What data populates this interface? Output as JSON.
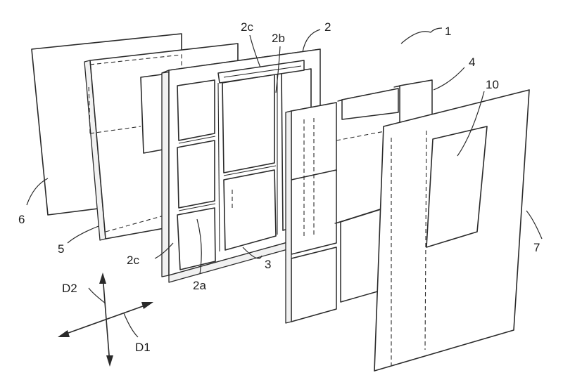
{
  "figure": {
    "labels": {
      "assembly": "1",
      "frame": "2",
      "crossbar": "2a",
      "upright": "2b",
      "side_rail_top": "2c",
      "side_rail_left": "2c",
      "bay": "3",
      "panel_layer": "4",
      "sheet_5": "5",
      "sheet_6": "6",
      "sheet_7": "7",
      "opening": "10",
      "direction_1": "D1",
      "direction_2": "D2"
    }
  }
}
